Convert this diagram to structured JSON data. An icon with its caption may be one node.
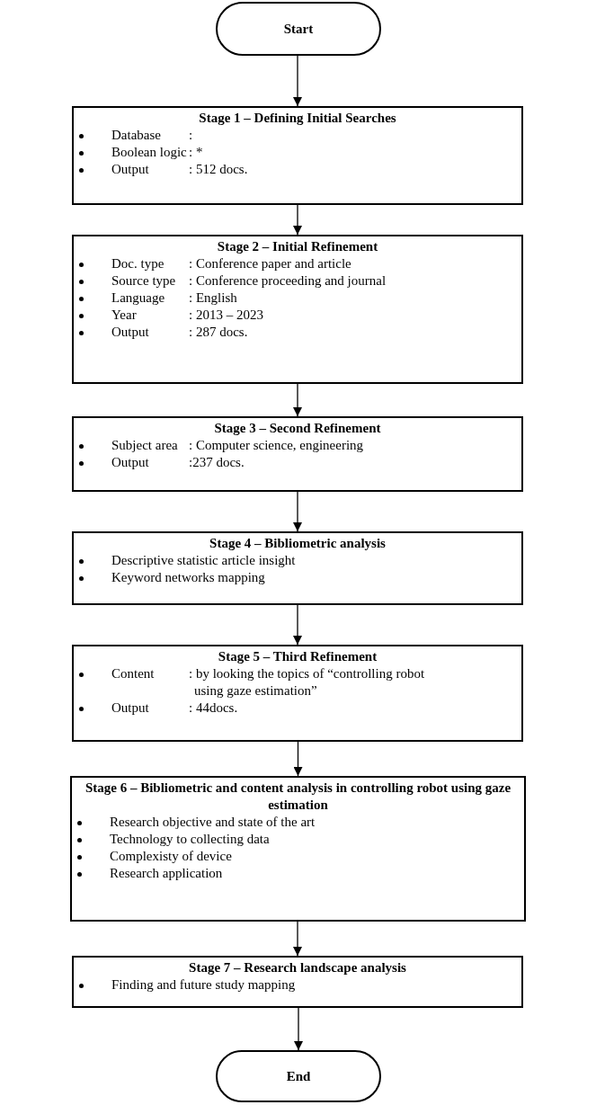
{
  "diagram": {
    "nodes": [
      {
        "text": [
          "Start"
        ]
      },
      {
        "text": [
          "Stage 1 – Defining Initial Searches",
          "Database",
          ":",
          "Boolean logic",
          ": *",
          "Output",
          ":  512 docs."
        ]
      },
      {
        "text": [
          "Stage 2 – Initial Refinement",
          "Doc. type",
          ": Conference paper and article",
          "Source type",
          ": Conference proceeding and journal",
          "Language",
          ": English",
          "Year",
          ": 2013 – 2023",
          "Output",
          ": 287 docs."
        ]
      },
      {
        "text": [
          "Stage 3 – Second Refinement",
          "Subject area",
          ": Computer science, engineering",
          "Output",
          ":237 docs."
        ]
      },
      {
        "text": [
          "Stage 4 – Bibliometric analysis",
          "Descriptive statistic article insight",
          "Keyword networks mapping"
        ]
      },
      {
        "text": [
          "Stage 5 – Third Refinement",
          "Content",
          ": by looking the topics of “controlling robot using gaze estimation”",
          "Output",
          ": 44docs."
        ]
      },
      {
        "text": [
          "Stage 6 – Bibliometric and content analysis in controlling robot using gaze estimation",
          "Research objective and state of the art",
          "Technology to collecting data",
          "Complexisty of device",
          "Research application"
        ]
      },
      {
        "text": [
          "Stage 7 – Research landscape analysis",
          "Finding and future study mapping"
        ]
      },
      {
        "text": [
          "End"
        ]
      }
    ],
    "edges": [
      {
        "from": 0,
        "to": 1,
        "arrow": "to"
      },
      {
        "from": 1,
        "to": 2,
        "arrow": "to"
      },
      {
        "from": 2,
        "to": 3,
        "arrow": "to"
      },
      {
        "from": 3,
        "to": 4,
        "arrow": "to"
      },
      {
        "from": 4,
        "to": 5,
        "arrow": "to"
      },
      {
        "from": 5,
        "to": 6,
        "arrow": "to"
      },
      {
        "from": 6,
        "to": 7,
        "arrow": "to"
      },
      {
        "from": 7,
        "to": 8,
        "arrow": "to"
      }
    ]
  }
}
